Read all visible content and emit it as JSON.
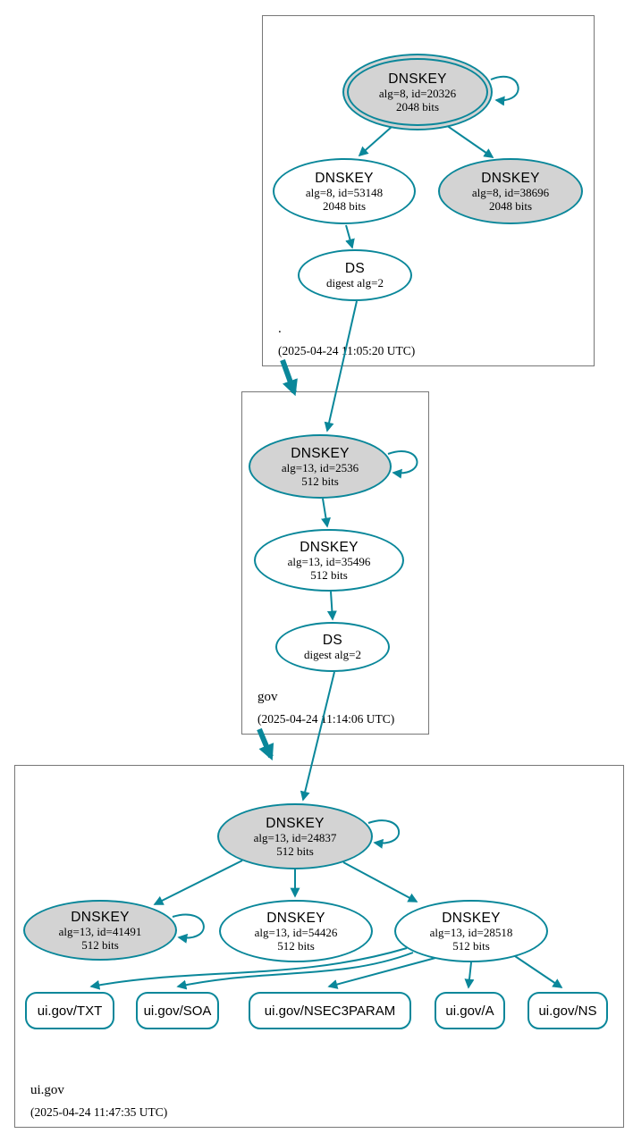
{
  "colors": {
    "accent": "#0a879a",
    "node_fill_gray": "#d3d3d3",
    "node_fill_white": "#ffffff",
    "zone_box_border": "#777777"
  },
  "zones": {
    "root": {
      "label": ".",
      "timestamp": "(2025-04-24 11:05:20 UTC)",
      "nodes": {
        "k20326": {
          "title": "DNSKEY",
          "detail1": "alg=8, id=20326",
          "detail2": "2048 bits"
        },
        "k53148": {
          "title": "DNSKEY",
          "detail1": "alg=8, id=53148",
          "detail2": "2048 bits"
        },
        "k38696": {
          "title": "DNSKEY",
          "detail1": "alg=8, id=38696",
          "detail2": "2048 bits"
        },
        "ds": {
          "title": "DS",
          "detail1": "digest alg=2"
        }
      }
    },
    "gov": {
      "label": "gov",
      "timestamp": "(2025-04-24 11:14:06 UTC)",
      "nodes": {
        "k2536": {
          "title": "DNSKEY",
          "detail1": "alg=13, id=2536",
          "detail2": "512 bits"
        },
        "k35496": {
          "title": "DNSKEY",
          "detail1": "alg=13, id=35496",
          "detail2": "512 bits"
        },
        "ds": {
          "title": "DS",
          "detail1": "digest alg=2"
        }
      }
    },
    "uigov": {
      "label": "ui.gov",
      "timestamp": "(2025-04-24 11:47:35 UTC)",
      "nodes": {
        "k24837": {
          "title": "DNSKEY",
          "detail1": "alg=13, id=24837",
          "detail2": "512 bits"
        },
        "k41491": {
          "title": "DNSKEY",
          "detail1": "alg=13, id=41491",
          "detail2": "512 bits"
        },
        "k54426": {
          "title": "DNSKEY",
          "detail1": "alg=13, id=54426",
          "detail2": "512 bits"
        },
        "k28518": {
          "title": "DNSKEY",
          "detail1": "alg=13, id=28518",
          "detail2": "512 bits"
        }
      },
      "rrsets": [
        {
          "label": "ui.gov/TXT"
        },
        {
          "label": "ui.gov/SOA"
        },
        {
          "label": "ui.gov/NSEC3PARAM"
        },
        {
          "label": "ui.gov/A"
        },
        {
          "label": "ui.gov/NS"
        }
      ]
    }
  }
}
